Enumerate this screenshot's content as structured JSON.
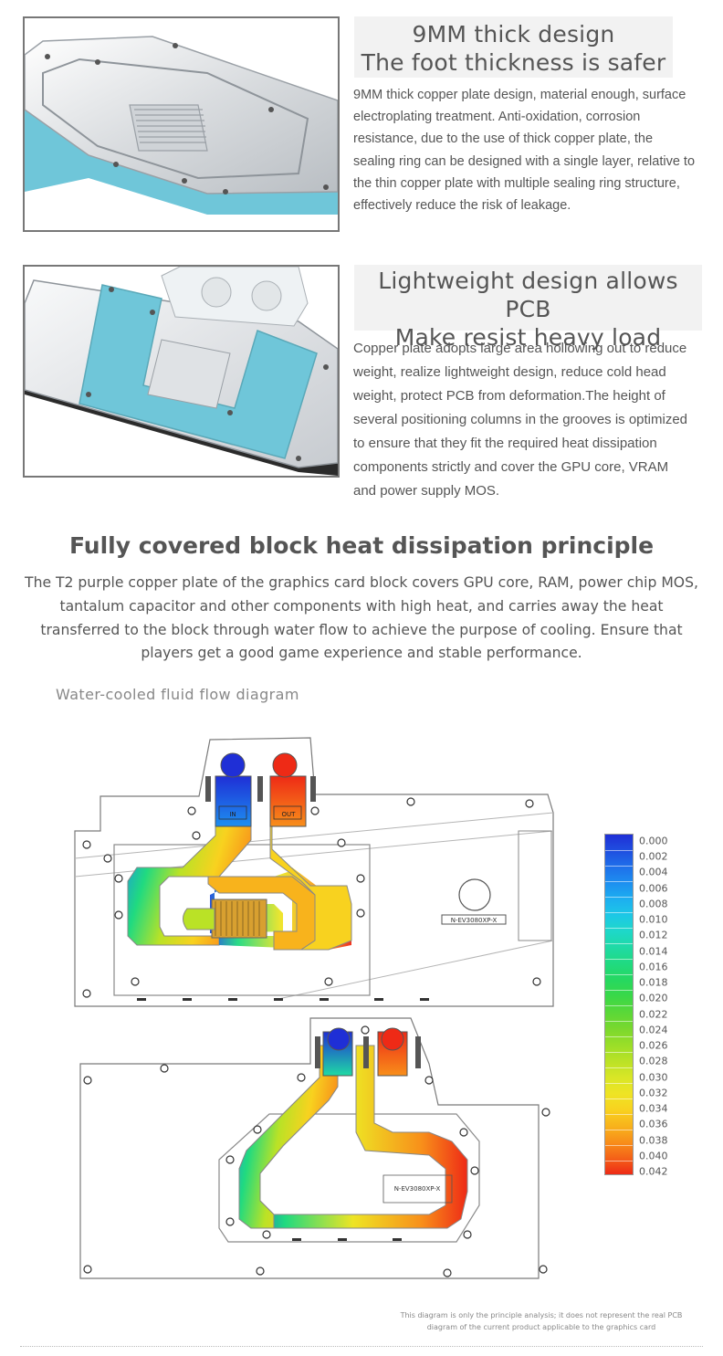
{
  "section1": {
    "heading_line1": "9MM thick design",
    "heading_line2": "The foot thickness is safer",
    "description": "9MM thick copper plate design, material enough, surface electroplating treatment. Anti-oxidation, corrosion resistance, due to the use of thick copper plate, the sealing ring can be designed with a single layer, relative to the thin copper plate with multiple sealing ring structure, effectively reduce the risk of leakage."
  },
  "section2": {
    "heading_line1": "Lightweight design allows PCB",
    "heading_line2": "Make resist heavy load",
    "description": "Copper plate adopts large area hollowing out to reduce weight, realize lightweight design, reduce cold head weight, protect PCB from deformation.The height of several positioning columns in the grooves is optimized to ensure that they fit the required heat dissipation components strictly and cover the GPU core, VRAM and power supply MOS."
  },
  "main": {
    "title": "Fully covered block heat dissipation principle",
    "paragraph": "The T2 purple copper plate of the graphics card block covers GPU core, RAM, power chip MOS, tantalum capacitor and other components with high heat, and carries away the heat transferred to the block through water flow to achieve the purpose of cooling. Ensure that players get a good game experience and stable performance.",
    "diagram_label": "Water-cooled fluid flow diagram"
  },
  "diagram": {
    "inlet_label": "IN",
    "outlet_label": "OUT",
    "model_text": "N-EV3080XP-X",
    "legend_values": [
      "0.000",
      "0.002",
      "0.004",
      "0.006",
      "0.008",
      "0.010",
      "0.012",
      "0.014",
      "0.016",
      "0.018",
      "0.020",
      "0.022",
      "0.024",
      "0.026",
      "0.028",
      "0.030",
      "0.032",
      "0.034",
      "0.036",
      "0.038",
      "0.040",
      "0.042"
    ],
    "legend_colors": [
      "#1f2fd6",
      "#1f4fe0",
      "#1f70ea",
      "#1d8ff0",
      "#1daff0",
      "#1dc8e6",
      "#1ed8c8",
      "#1fdaa4",
      "#20da80",
      "#26d860",
      "#3ad848",
      "#5ad838",
      "#7ad82e",
      "#9ade28",
      "#bae226",
      "#d8e626",
      "#eee424",
      "#f8d21f",
      "#f8b31c",
      "#f88f1a",
      "#f46218",
      "#ee2a16"
    ]
  },
  "disclaimer": {
    "line1": "This diagram is only the principle analysis; it does not represent the real PCB",
    "line2": "diagram of the current product applicable to the graphics card"
  },
  "colors": {
    "text": "#555555",
    "panel": "#f2f2f2",
    "water_blue": "#6fc6d9",
    "inlet_blue": "#1f2fd6",
    "outlet_red": "#ee2a16"
  }
}
